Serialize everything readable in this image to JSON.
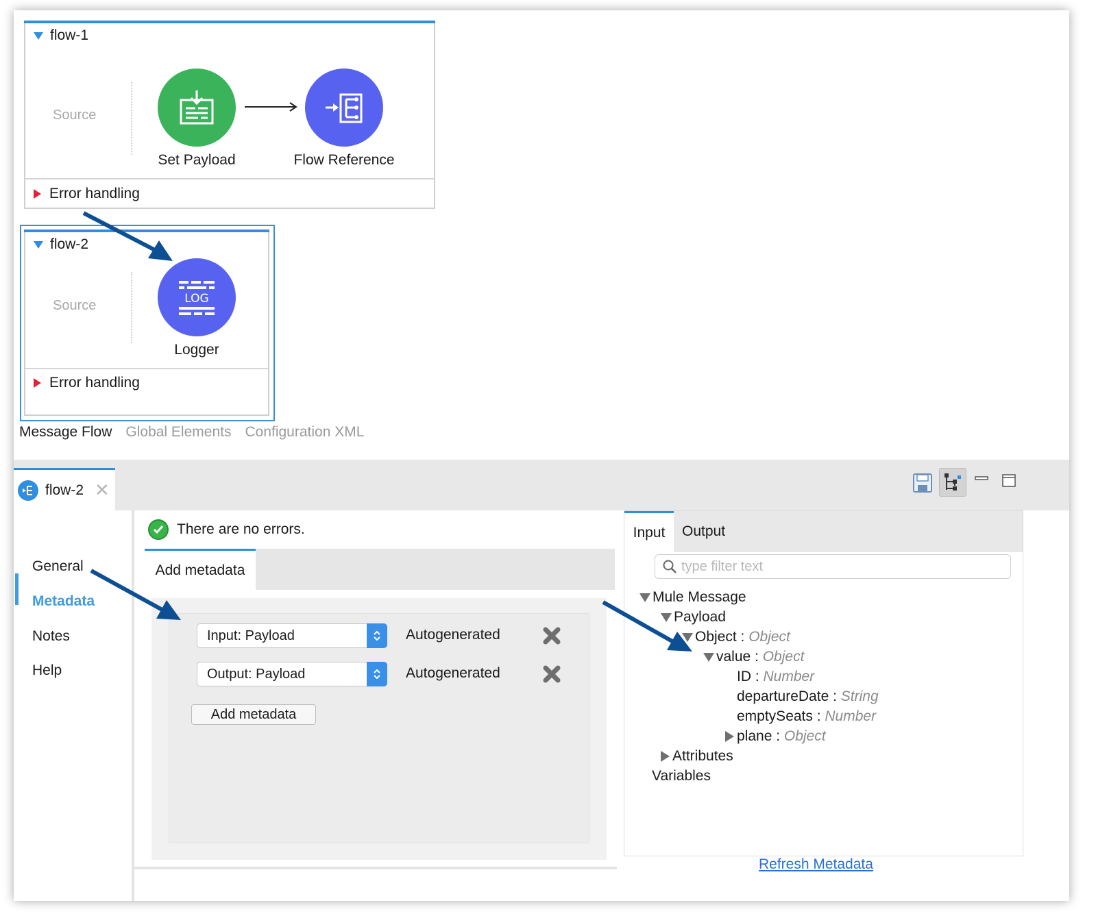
{
  "flows": [
    {
      "name": "flow-1",
      "source_label": "Source",
      "nodes": [
        {
          "label": "Set Payload",
          "icon": "set-payload-icon",
          "color": "#3ab35a"
        },
        {
          "label": "Flow Reference",
          "icon": "flow-reference-icon",
          "color": "#5763f0"
        }
      ],
      "error_handling": "Error handling"
    },
    {
      "name": "flow-2",
      "source_label": "Source",
      "nodes": [
        {
          "label": "Logger",
          "icon": "logger-icon",
          "color": "#5763f0",
          "icon_text": "LOG"
        }
      ],
      "error_handling": "Error handling"
    }
  ],
  "canvas_tabs": [
    "Message Flow",
    "Global Elements",
    "Configuration XML"
  ],
  "editor": {
    "tab_title": "flow-2",
    "nav": [
      "General",
      "Metadata",
      "Notes",
      "Help"
    ],
    "status": "There are no errors.",
    "metadata_tab": "Add metadata",
    "rows": [
      {
        "select": "Input: Payload",
        "label": "Autogenerated"
      },
      {
        "select": "Output: Payload",
        "label": "Autogenerated"
      }
    ],
    "add_button": "Add metadata"
  },
  "io_panel": {
    "tabs": [
      "Input",
      "Output"
    ],
    "filter_placeholder": "type filter text",
    "tree": [
      {
        "name": "Mule Message",
        "type": "",
        "toggle": "down"
      },
      {
        "name": "Payload",
        "type": "",
        "toggle": "down"
      },
      {
        "name": "Object : ",
        "type": "Object",
        "toggle": "down"
      },
      {
        "name": "value : ",
        "type": "Object",
        "toggle": "down"
      },
      {
        "name": "ID : ",
        "type": "Number",
        "toggle": "none"
      },
      {
        "name": "departureDate : ",
        "type": "String",
        "toggle": "none"
      },
      {
        "name": "emptySeats : ",
        "type": "Number",
        "toggle": "none"
      },
      {
        "name": "plane : ",
        "type": "Object",
        "toggle": "right"
      },
      {
        "name": "Attributes",
        "type": "",
        "toggle": "right"
      },
      {
        "name": "Variables",
        "type": "",
        "toggle": "none"
      }
    ],
    "refresh_link": "Refresh Metadata"
  },
  "colors": {
    "accent": "#2e8fe0",
    "active_nav": "#3e9be0",
    "annotation_arrow": "#0d4f94"
  }
}
